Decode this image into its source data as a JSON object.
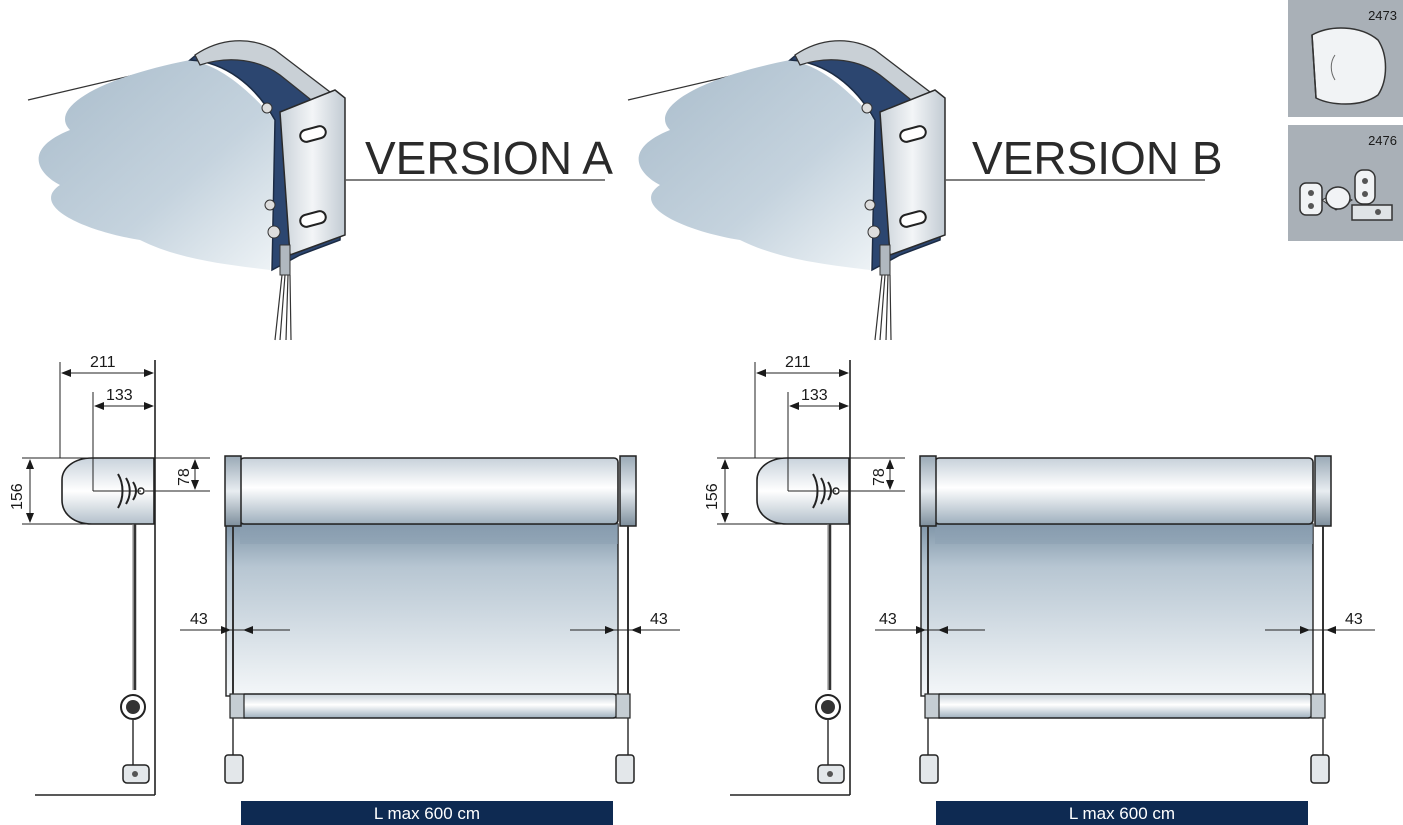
{
  "versions": [
    {
      "label": "VERSION A"
    },
    {
      "label": "VERSION B"
    }
  ],
  "accessories": [
    {
      "code": "2473"
    },
    {
      "code": "2476"
    }
  ],
  "dimensions": {
    "total_depth": "211",
    "center_offset": "133",
    "housing_height": "156",
    "center_height": "78",
    "side_gap": "43"
  },
  "length_bar": {
    "label": "L max 600 cm",
    "color": "#0e2a52"
  },
  "colors": {
    "housing": "#dfe6ec",
    "fabric_dark": "#8ea2b4",
    "fabric_light": "#f4f7f9",
    "accessory_bg": "#a9b0b7"
  }
}
